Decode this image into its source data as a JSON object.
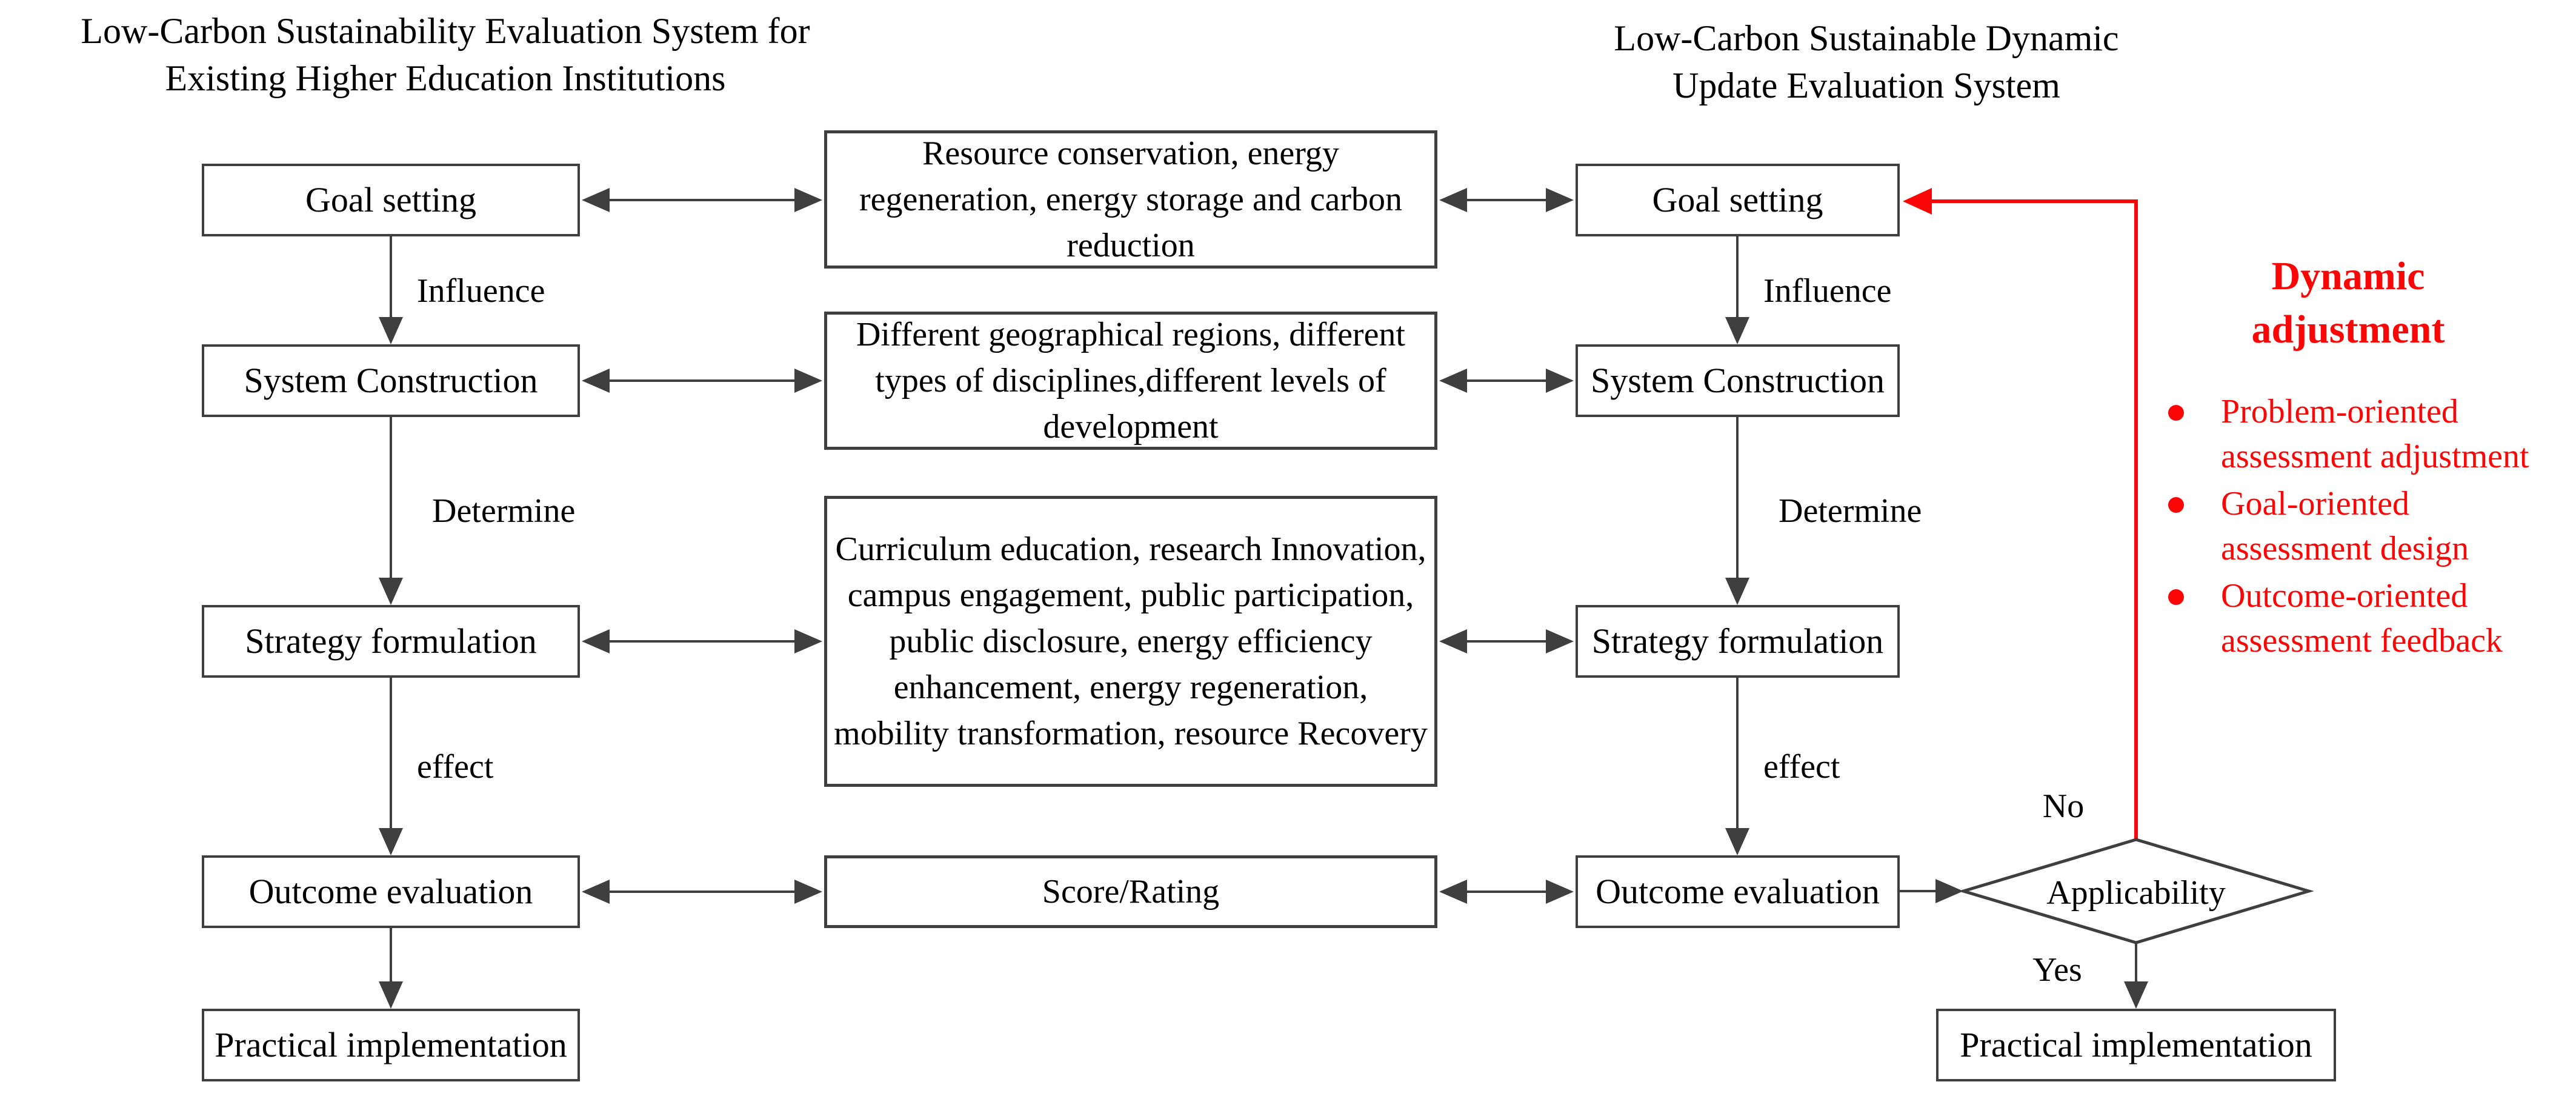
{
  "colors": {
    "line_gray": "#3f3f3f",
    "accent_red": "#fb0606",
    "text_black": "#000000",
    "box_background": "#ffffff"
  },
  "titles": {
    "left": {
      "line1": "Low-Carbon Sustainability Evaluation System for",
      "line2": "Existing Higher Education Institutions"
    },
    "right": {
      "line1": "Low-Carbon Sustainable Dynamic",
      "line2": "Update Evaluation System"
    }
  },
  "left_flow": {
    "boxes": [
      "Goal setting",
      "System Construction",
      "Strategy formulation",
      "Outcome evaluation",
      "Practical implementation"
    ],
    "edge_labels": [
      "Influence",
      "Determine",
      "effect"
    ]
  },
  "bridge_boxes": [
    "Resource conservation, energy regeneration, energy storage and carbon reduction",
    "Different geographical regions, different types of disciplines,different levels of development",
    "Curriculum education, research Innovation, campus engagement, public participation, public disclosure, energy efficiency enhancement, energy regeneration, mobility transformation, resource Recovery",
    "Score/Rating"
  ],
  "right_flow": {
    "boxes": [
      "Goal setting",
      "System Construction",
      "Strategy formulation",
      "Outcome evaluation"
    ],
    "edge_labels": [
      "Influence",
      "Determine",
      "effect"
    ],
    "practical": "Practical implementation"
  },
  "decision": {
    "label": "Applicability",
    "no_label": "No",
    "yes_label": "Yes"
  },
  "dynamic_adjustment": {
    "heading": "Dynamic adjustment",
    "bullets": [
      "Problem-oriented assessment adjustment",
      "Goal-oriented assessment design",
      "Outcome-oriented assessment feedback"
    ]
  }
}
